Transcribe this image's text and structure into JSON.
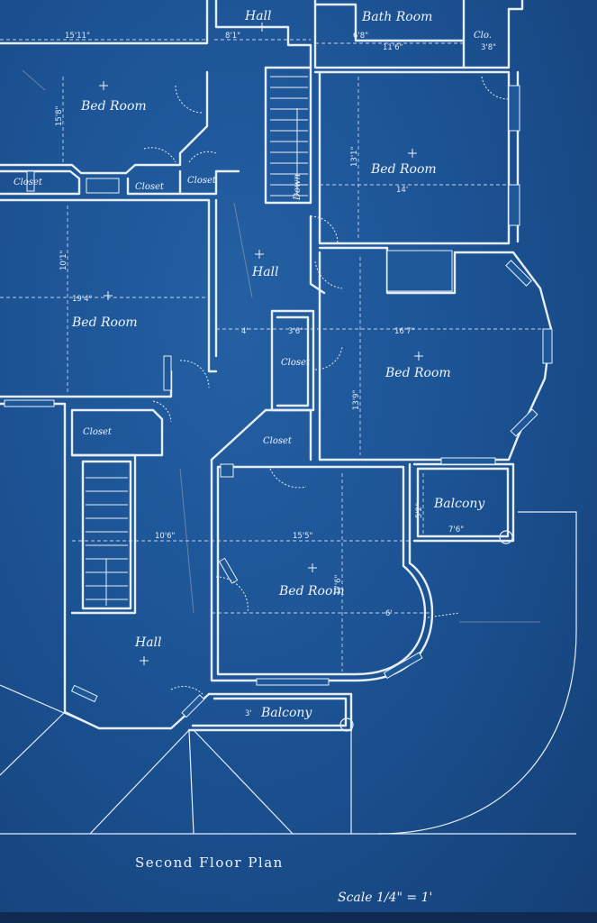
{
  "title": "Second Floor Plan",
  "scale": "Scale 1/4\" = 1'",
  "rooms": {
    "hall_top": "Hall",
    "bath_room": "Bath Room",
    "clo": "Clo.",
    "bed_room_nw": "Bed Room",
    "bed_room_ne": "Bed Room",
    "closet_w1": "Closet",
    "closet_w2": "Closet",
    "closet_w3": "Closet",
    "hall_center": "Hall",
    "bed_room_w": "Bed Room",
    "closet_c": "Closet",
    "bed_room_e": "Bed Room",
    "closet_sw": "Closet",
    "closet_c2": "Closet",
    "balcony_e": "Balcony",
    "bed_room_s": "Bed Room",
    "hall_sw": "Hall",
    "balcony_s": "Balcony"
  },
  "dimensions": {
    "d_15_11": "15'11\"",
    "d_8_1": "8'1\"",
    "d_6_8": "6'8\"",
    "d_11_6": "11'6\"",
    "d_3_8": "3'8\"",
    "d_14": "14'",
    "d_13_1": "13'1\"",
    "d_15_8": "15'8\"",
    "d_19_4": "19'4\"",
    "d_10_1": "10'1\"",
    "d_16_7": "16'7\"",
    "d_3_6": "3'6\"",
    "d_4": "4'",
    "d_13_9": "13'9\"",
    "d_10_6": "10'6\"",
    "d_15_5": "15'5\"",
    "d_17_6": "17'6\"",
    "d_5_2": "5'2\"",
    "d_7_6": "7'6\"",
    "d_3": "3'",
    "d_6": "6'"
  },
  "stair_label": "Down",
  "colors": {
    "paper": "#1c5394",
    "line": "#e6eefa"
  }
}
